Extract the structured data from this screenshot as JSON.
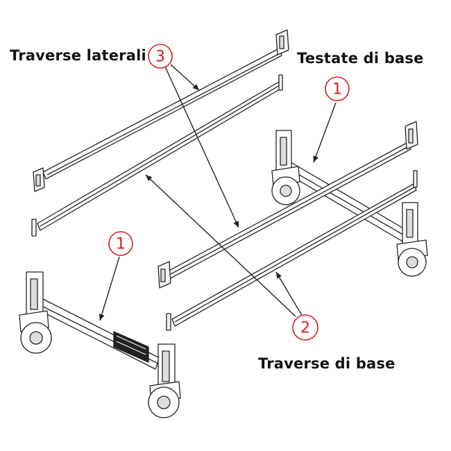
{
  "labels": {
    "traverse_laterali": "Traverse laterali",
    "testate_di_base": "Testate di base",
    "traverse_di_base": "Traverse di base"
  },
  "callouts": {
    "c1_right": "1",
    "c1_left": "1",
    "c2": "2",
    "c3": "3"
  },
  "colors": {
    "callout": "#d32020",
    "line": "#222222"
  }
}
